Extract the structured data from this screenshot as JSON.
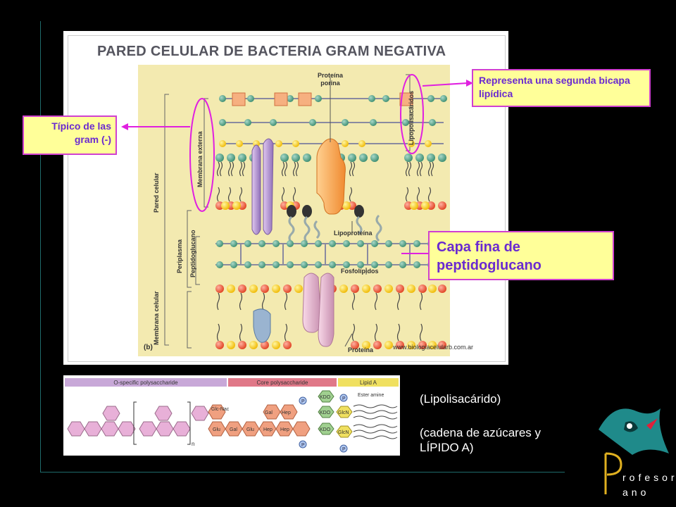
{
  "main_figure": {
    "title": "PARED CELULAR DE BACTERIA GRAM NEGATIVA",
    "labels": {
      "porin": "Proteína porina",
      "lps": "Lipopolisacáridos",
      "outer_membrane": "Membrana externa",
      "cell_wall": "Pared celular",
      "periplasm": "Periplasma",
      "peptidoglycan": "Peptidoglucano",
      "cell_membrane": "Membrana celular",
      "lipoprotein": "Lipoproteína",
      "phospholipids": "Fosfolípidos",
      "protein": "Proteína",
      "panel": "(b)",
      "website": "www.biologiacelularb.com.ar"
    }
  },
  "callouts": {
    "gram_negative": "Típico de las gram (-)",
    "second_bilayer": "Representa una segunda bicapa lipídica",
    "peptidoglycan_thin": "Capa fina de peptidoglucano"
  },
  "lps_figure": {
    "headers": [
      "O-specific polysaccharide",
      "Core polysaccharide",
      "Lipid A"
    ],
    "sugars": [
      "Glc-Nac",
      "Gal",
      "Hep",
      "Glu",
      "Gal",
      "Glu",
      "Hep",
      "Hep",
      "KDO",
      "KDO",
      "KDO",
      "GlcN",
      "GlcN"
    ],
    "phosphate": "P",
    "ester": "Ester amine",
    "repeat": "n"
  },
  "captions": {
    "lps": "(Lipolisacárido)",
    "chain": "(cadena de azúcares y LÍPIDO A)"
  },
  "logo": {
    "line1": "rofesor",
    "line2": "ano"
  },
  "colors": {
    "callout_border": "#d040d0",
    "callout_bg": "#ffff99",
    "callout_text": "#6a2ad0"
  }
}
